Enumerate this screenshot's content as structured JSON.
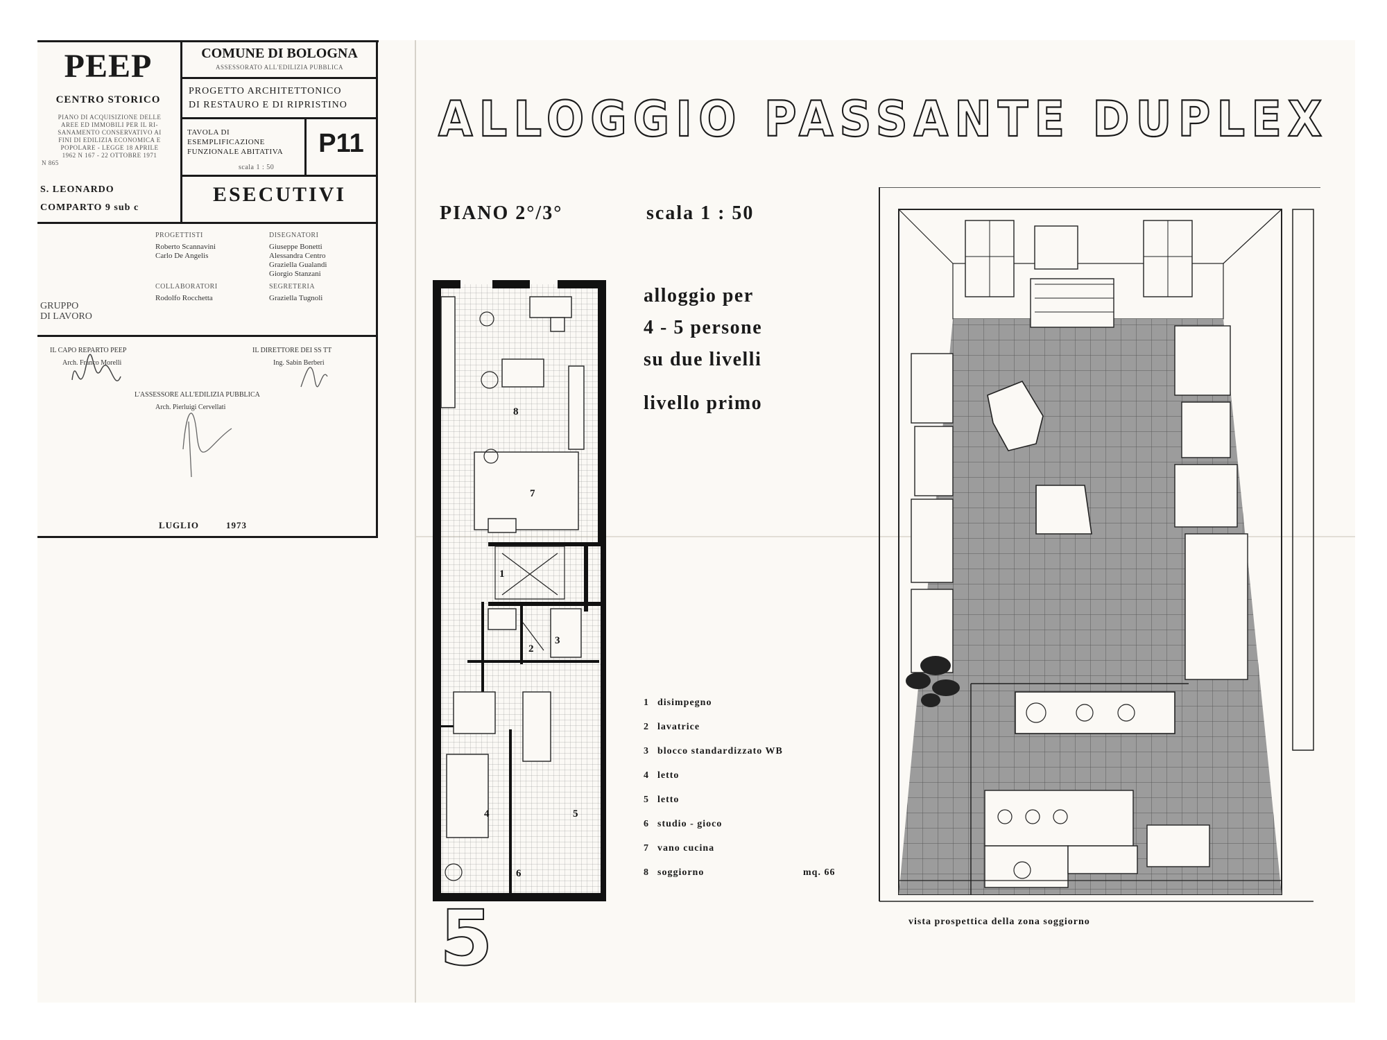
{
  "titleblock": {
    "peep": "PEEP",
    "centro_storico": "CENTRO STORICO",
    "piano_text": [
      "PIANO DI ACQUISIZIONE DELLE",
      "AREE ED IMMOBILI PER IL RI-",
      "SANAMENTO CONSERVATIVO AI",
      "FINI DI EDILIZIA ECONOMICA E",
      "POPOLARE - LEGGE 18 APRILE",
      "1962 N 167 - 22 OTTOBRE 1971",
      "N 865"
    ],
    "comune": "COMUNE DI BOLOGNA",
    "assessorato": "ASSESSORATO ALL'EDILIZIA PUBBLICA",
    "progetto": [
      "PROGETTO   ARCHITETTONICO",
      "DI  RESTAURO  E  DI  RIPRISTINO"
    ],
    "tavola": [
      "TAVOLA  DI",
      "ESEMPLIFICAZIONE",
      "FUNZIONALE  ABITATIVA"
    ],
    "scala_small": "scala  1 : 50",
    "code": "P11",
    "location": "S. LEONARDO",
    "comparto": "COMPARTO  9  sub c",
    "esecutivi": "ESECUTIVI",
    "gruppo": [
      "GRUPPO",
      "DI LAVORO"
    ],
    "progettisti_label": "PROGETTISTI",
    "progettisti": [
      "Roberto  Scannavini",
      "Carlo  De  Angelis"
    ],
    "collaboratori_label": "COLLABORATORI",
    "collaboratori": [
      "Rodolfo  Rocchetta"
    ],
    "disegnatori_label": "DISEGNATORI",
    "disegnatori": [
      "Giuseppe  Bonetti",
      "Alessandra  Centro",
      "Graziella  Gualandi",
      "Giorgio  Stanzani"
    ],
    "segreteria_label": "SEGRETERIA",
    "segreteria": [
      "Graziella  Tugnoli"
    ],
    "capo_label": "IL  CAPO  REPARTO  PEEP",
    "capo_name": "Arch. Franco  Morelli",
    "direttore_label": "IL  DIRETTORE  DEI  SS  TT",
    "direttore_name": "Ing. Sabin  Berberi",
    "assessore_label": "L'ASSESSORE  ALL'EDILIZIA  PUBBLICA",
    "assessore_name": "Arch. Pierluigi  Cervellati",
    "date_month": "LUGLIO",
    "date_year": "1973"
  },
  "drawing": {
    "title": "ALLOGGIO PASSANTE DUPLEX",
    "piano": "PIANO  2°/3°",
    "scala": "scala   1 : 50",
    "desc_lines": [
      "alloggio per",
      "4 - 5  persone",
      "su due livelli"
    ],
    "livello": "livello primo",
    "legend": [
      {
        "num": "1",
        "label": "disimpegno"
      },
      {
        "num": "2",
        "label": "lavatrice"
      },
      {
        "num": "3",
        "label": "blocco  standardizzato  WB"
      },
      {
        "num": "4",
        "label": "letto"
      },
      {
        "num": "5",
        "label": "letto"
      },
      {
        "num": "6",
        "label": "studio - gioco"
      },
      {
        "num": "7",
        "label": "vano  cucina"
      },
      {
        "num": "8",
        "label": "soggiorno"
      }
    ],
    "area": "mq. 66",
    "perspective_caption": "vista  prospettica  della  zona  soggiorno",
    "plan_labels": [
      "8",
      "7",
      "1",
      "2",
      "3",
      "4",
      "5",
      "6"
    ],
    "sheet_number": "5"
  }
}
